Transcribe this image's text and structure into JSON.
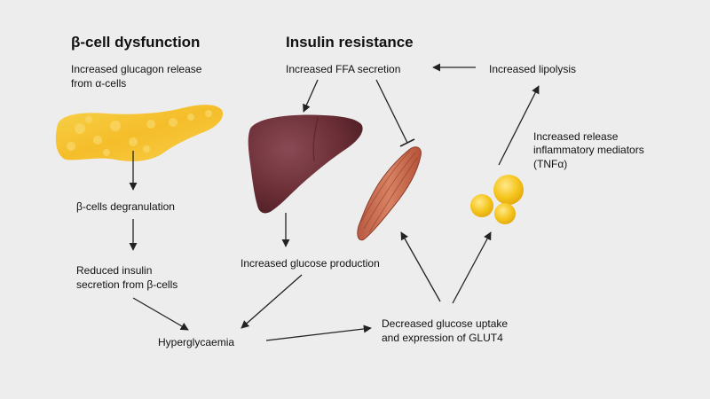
{
  "headings": {
    "beta_cell": "β-cell dysfunction",
    "insulin_resistance": "Insulin resistance"
  },
  "labels": {
    "glucagon_line1": "Increased glucagon release",
    "glucagon_line2": "from α-cells",
    "degranulation": "β-cells degranulation",
    "reduced_line1": "Reduced insulin",
    "reduced_line2": "secretion from β-cells",
    "hyperglycaemia": "Hyperglycaemia",
    "ffa": "Increased FFA secretion",
    "lipolysis": "Increased lipolysis",
    "inflammatory_line1": "Increased release",
    "inflammatory_line2": "inflammatory mediators",
    "inflammatory_line3": "(TNFα)",
    "glucose_production": "Increased glucose production",
    "uptake_line1": "Decreased glucose uptake",
    "uptake_line2": "and expression of GLUT4"
  },
  "colors": {
    "background": "#ededed",
    "arrow": "#222222",
    "pancreas": "#f5c232",
    "liver": "#6b2e36",
    "muscle": "#c96a4e",
    "adipocyte": "#f2c21a"
  }
}
